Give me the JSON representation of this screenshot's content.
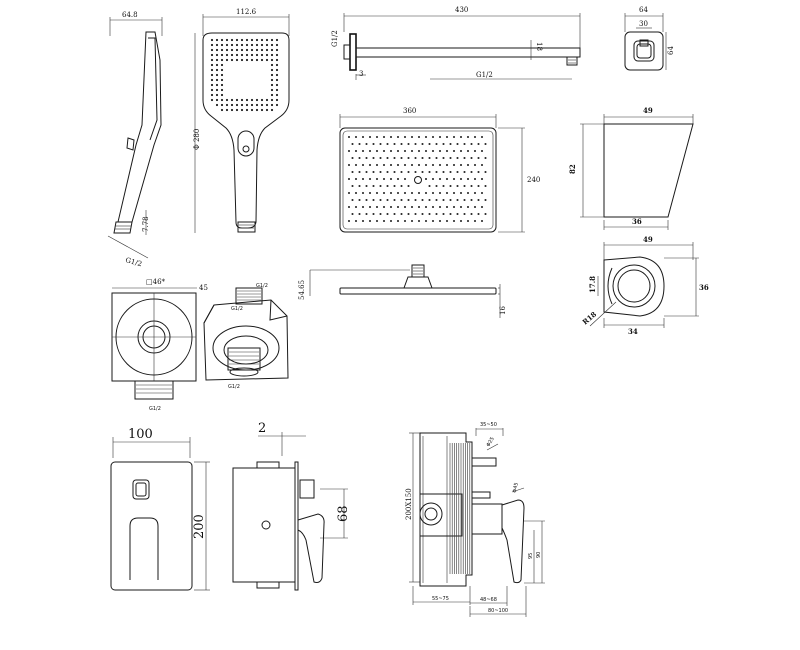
{
  "dims": {
    "d_64_8": "64.8",
    "d_112_6": "112.6",
    "d_430": "430",
    "d_64_top": "64",
    "d_30": "30",
    "d_64_side": "64",
    "d_g12_a": "G1/2",
    "d_18": "18",
    "d_3": "3",
    "d_g12_b": "G1/2",
    "d_280": "Φ 280",
    "d_78": "7.78",
    "d_g12_c": "G1/2",
    "d_360": "360",
    "d_240": "240",
    "d_49_a": "49",
    "d_82": "82",
    "d_36_a": "36",
    "d_49_b": "49",
    "d_36_b": "36",
    "d_17_8": "17.8",
    "d_r18": "R18",
    "d_34": "34",
    "d_54_65": "54.65",
    "d_16": "16",
    "d_sq": "□46*",
    "d_45": "45",
    "d_g12_d": "G1/2",
    "d_g12_e": "G1/2",
    "d_g12_f": "G1/2",
    "d_g12_g": "G1/2",
    "d_100": "100",
    "d_200": "200",
    "d_2": "2",
    "d_68": "68",
    "d_35_50": "35~50",
    "d_phi25": "Φ25",
    "d_phi45": "Φ45",
    "d_200x150": "200X150",
    "d_95": "95",
    "d_90": "90",
    "d_55_75": "55~75",
    "d_48_68": "48~68",
    "d_80_100": "80~100"
  }
}
